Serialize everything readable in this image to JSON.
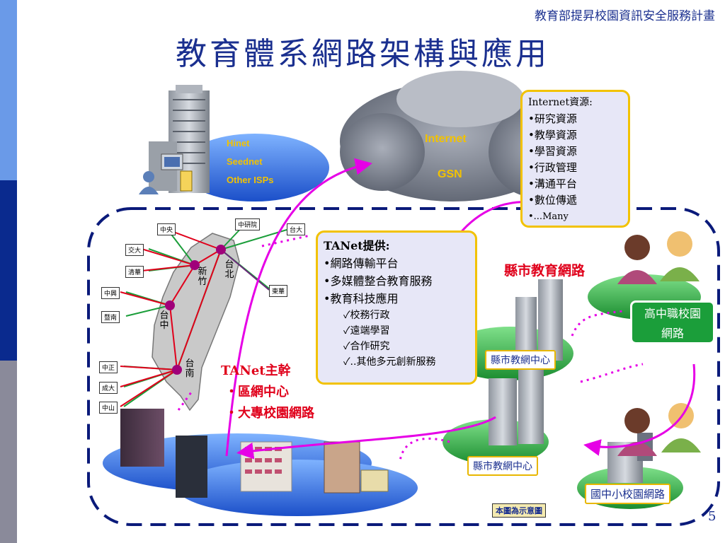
{
  "header": "教育部提昇校園資訊安全服務計畫",
  "title": "教育體系網路架構與應用",
  "isp": {
    "lines": [
      "Hinet",
      "Seednet",
      "Other ISPs"
    ]
  },
  "cloud": {
    "line1": "Internet",
    "line2": "GSN"
  },
  "internet_resources": {
    "title": "Internet資源:",
    "items": [
      "•研究資源",
      "•教學資源",
      "•學習資源",
      "•行政管理",
      "•溝通平台",
      "•數位傳遞",
      "•...Many"
    ]
  },
  "tanet_provides": {
    "title": "TANet提供:",
    "items": [
      "•網路傳輸平台",
      "•多媒體整合教育服務",
      "•教育科技應用"
    ],
    "subitems": [
      "✓校務行政",
      "✓遠端學習",
      "✓合作研究",
      "✓..其他多元創新服務"
    ]
  },
  "tanet_main": {
    "title": "TANet主幹",
    "items": [
      "・區網中心",
      "・大專校園網路"
    ]
  },
  "county_network": "縣市教育網路",
  "senior_high": "高中職校園網路",
  "county_center_1": "縣市教網中心",
  "county_center_2": "縣市教網中心",
  "junior_school": "國中小校園網路",
  "note": "本圖為示意圖",
  "page_number": "5",
  "map": {
    "universities_left": [
      "交大",
      "清華",
      "中興",
      "暨南",
      "中正",
      "成大",
      "中山"
    ],
    "universities_top": [
      "中央",
      "中研院",
      "台大"
    ],
    "university_right": "東華",
    "cities": [
      "新竹",
      "台北",
      "台中",
      "台南"
    ]
  },
  "colors": {
    "accent_blue": "#1a2f8f",
    "sidebar_dark": "#0a2a8e",
    "sidebar_light": "#5b8fe8",
    "sidebar_gray": "#8a8a9a",
    "red": "#e0001b",
    "green": "#1b9e3a",
    "magenta": "#e600e6",
    "gold": "#f2c200"
  }
}
